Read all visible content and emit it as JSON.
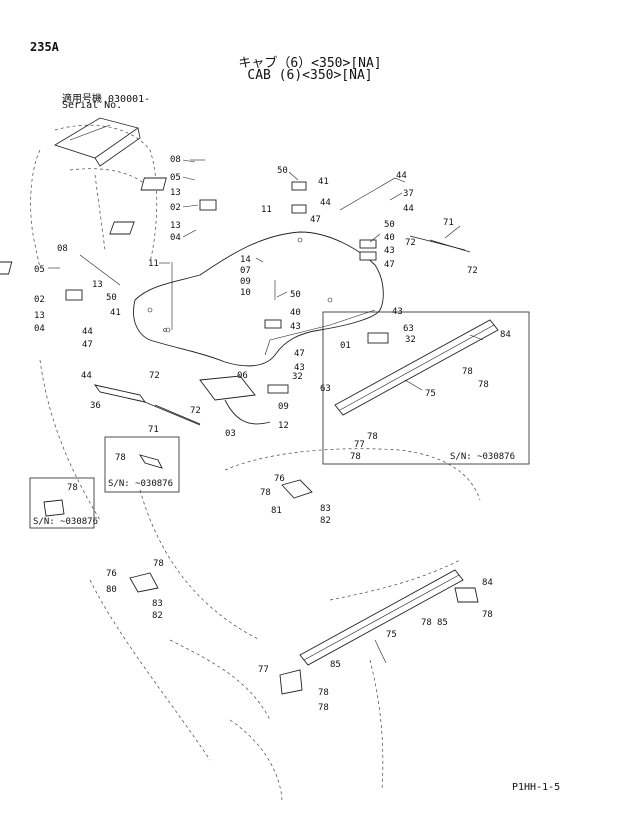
{
  "header": {
    "page_code": "235A",
    "title_jp": "キャブ（6）<350>[NA]",
    "title_en": "CAB (6)<350>[NA]",
    "applicable_label": "適用号機  030001-",
    "serial_label": "Serial No."
  },
  "footer": {
    "page_ref": "P1HH-1-5"
  },
  "serial_notes": [
    "S/N: ~030876",
    "S/N: ~030876",
    "S/N: ~030876"
  ],
  "callouts": [
    {
      "id": "c1",
      "text": "08"
    },
    {
      "id": "c2",
      "text": "05"
    },
    {
      "id": "c3",
      "text": "13"
    },
    {
      "id": "c4",
      "text": "02"
    },
    {
      "id": "c5",
      "text": "13"
    },
    {
      "id": "c6",
      "text": "04"
    },
    {
      "id": "c7",
      "text": "11"
    },
    {
      "id": "c8",
      "text": "50"
    },
    {
      "id": "c9",
      "text": "41"
    },
    {
      "id": "c10",
      "text": "44"
    },
    {
      "id": "c11",
      "text": "47"
    },
    {
      "id": "c12",
      "text": "44"
    },
    {
      "id": "c13",
      "text": "37"
    },
    {
      "id": "c14",
      "text": "44"
    },
    {
      "id": "c15",
      "text": "71"
    },
    {
      "id": "c16",
      "text": "72"
    },
    {
      "id": "c17",
      "text": "72"
    },
    {
      "id": "c18",
      "text": "50"
    },
    {
      "id": "c19",
      "text": "40"
    },
    {
      "id": "c20",
      "text": "43"
    },
    {
      "id": "c21",
      "text": "47"
    },
    {
      "id": "c22",
      "text": "08"
    },
    {
      "id": "c23",
      "text": "05"
    },
    {
      "id": "c24",
      "text": "13"
    },
    {
      "id": "c25",
      "text": "02"
    },
    {
      "id": "c26",
      "text": "13"
    },
    {
      "id": "c27",
      "text": "04"
    },
    {
      "id": "c28",
      "text": "11"
    },
    {
      "id": "c29",
      "text": "50"
    },
    {
      "id": "c30",
      "text": "41"
    },
    {
      "id": "c31",
      "text": "44"
    },
    {
      "id": "c32",
      "text": "47"
    },
    {
      "id": "c33",
      "text": "14"
    },
    {
      "id": "c34",
      "text": "07"
    },
    {
      "id": "c35",
      "text": "09"
    },
    {
      "id": "c36",
      "text": "10"
    },
    {
      "id": "c37",
      "text": "50"
    },
    {
      "id": "c38",
      "text": "40"
    },
    {
      "id": "c39",
      "text": "43"
    },
    {
      "id": "c40",
      "text": "01"
    },
    {
      "id": "c41",
      "text": "43"
    },
    {
      "id": "c42",
      "text": "63"
    },
    {
      "id": "c43",
      "text": "32"
    },
    {
      "id": "c44",
      "text": "84"
    },
    {
      "id": "c45",
      "text": "47"
    },
    {
      "id": "c46",
      "text": "43"
    },
    {
      "id": "c47",
      "text": "32"
    },
    {
      "id": "c48",
      "text": "63"
    },
    {
      "id": "c49",
      "text": "44"
    },
    {
      "id": "c50",
      "text": "72"
    },
    {
      "id": "c51",
      "text": "36"
    },
    {
      "id": "c52",
      "text": "71"
    },
    {
      "id": "c53",
      "text": "72"
    },
    {
      "id": "c54",
      "text": "06"
    },
    {
      "id": "c55",
      "text": "09"
    },
    {
      "id": "c56",
      "text": "03"
    },
    {
      "id": "c57",
      "text": "12"
    },
    {
      "id": "c58",
      "text": "75"
    },
    {
      "id": "c59",
      "text": "78"
    },
    {
      "id": "c60",
      "text": "78"
    },
    {
      "id": "c61",
      "text": "77"
    },
    {
      "id": "c62",
      "text": "78"
    },
    {
      "id": "c63",
      "text": "78"
    },
    {
      "id": "c64",
      "text": "78"
    },
    {
      "id": "c65",
      "text": "78"
    },
    {
      "id": "c66",
      "text": "76"
    },
    {
      "id": "c67",
      "text": "78"
    },
    {
      "id": "c68",
      "text": "81"
    },
    {
      "id": "c69",
      "text": "83"
    },
    {
      "id": "c70",
      "text": "82"
    },
    {
      "id": "c71",
      "text": "78"
    },
    {
      "id": "c72",
      "text": "76"
    },
    {
      "id": "c73",
      "text": "80"
    },
    {
      "id": "c74",
      "text": "83"
    },
    {
      "id": "c75",
      "text": "82"
    },
    {
      "id": "c76",
      "text": "84"
    },
    {
      "id": "c77",
      "text": "78"
    },
    {
      "id": "c78",
      "text": "85"
    },
    {
      "id": "c79",
      "text": "78"
    },
    {
      "id": "c80",
      "text": "75"
    },
    {
      "id": "c81",
      "text": "85"
    },
    {
      "id": "c82",
      "text": "77"
    },
    {
      "id": "c83",
      "text": "78"
    },
    {
      "id": "c84",
      "text": "78"
    }
  ]
}
